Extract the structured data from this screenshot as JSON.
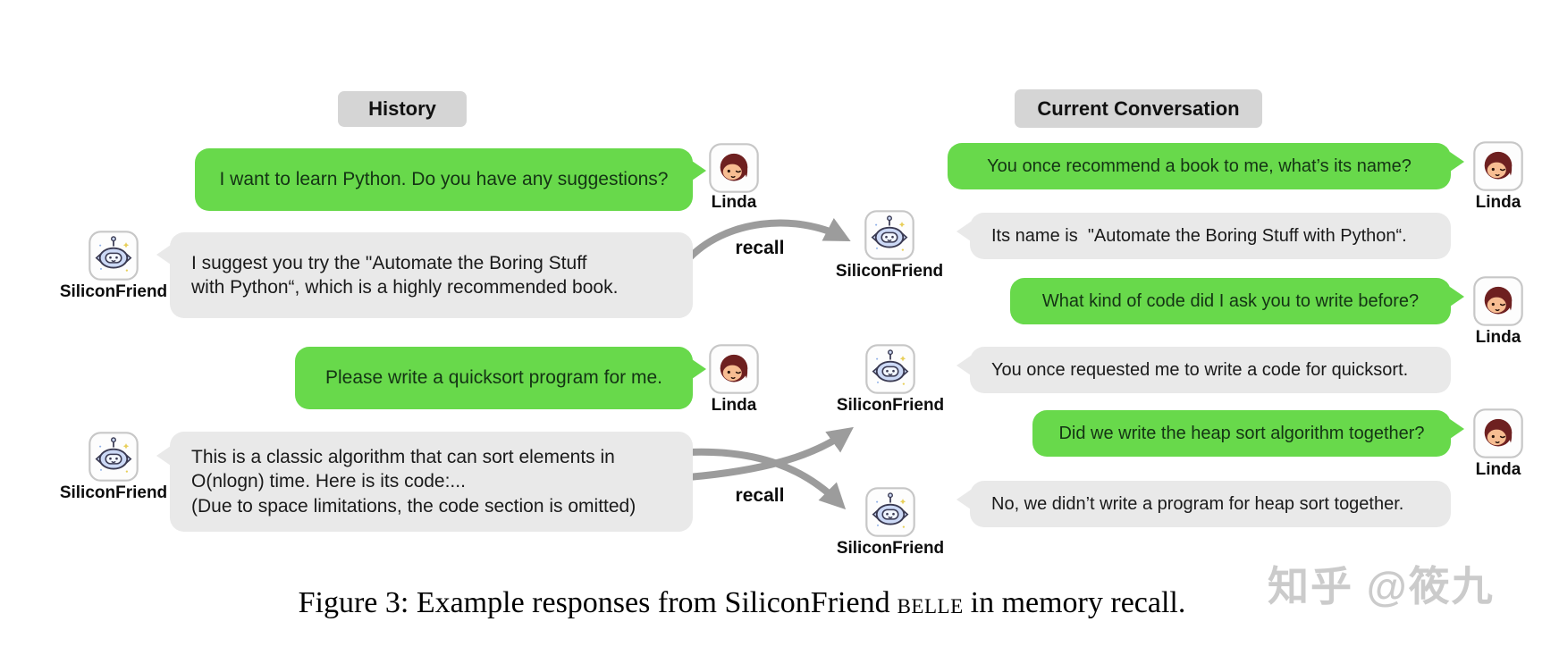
{
  "panels": {
    "history": {
      "title": "History",
      "messages": [
        {
          "speaker": "Linda",
          "text": "I want to learn Python. Do you have any suggestions?"
        },
        {
          "speaker": "SiliconFriend",
          "text": "I suggest you try the \"Automate the Boring Stuff\nwith Python“, which is a highly recommended book."
        },
        {
          "speaker": "Linda",
          "text": "Please write a quicksort program for me."
        },
        {
          "speaker": "SiliconFriend",
          "text": "This is a classic algorithm that can sort elements in\nO(nlogn) time. Here is its code:...\n(Due to space limitations, the code section is omitted)"
        }
      ]
    },
    "current": {
      "title": "Current Conversation",
      "messages": [
        {
          "speaker": "Linda",
          "text": "You once recommend a book to me, what’s its name?"
        },
        {
          "speaker": "SiliconFriend",
          "text": "Its name is  \"Automate the Boring Stuff with Python“."
        },
        {
          "speaker": "Linda",
          "text": "What kind of code did I ask you to write before?"
        },
        {
          "speaker": "SiliconFriend",
          "text": "You once requested me to write a code for quicksort."
        },
        {
          "speaker": "Linda",
          "text": "Did we write the heap sort algorithm together?"
        },
        {
          "speaker": "SiliconFriend",
          "text": "No, we didn’t write a program for heap sort together."
        }
      ]
    }
  },
  "labels": {
    "user": "Linda",
    "bot": "SiliconFriend"
  },
  "recall_labels": [
    "recall",
    "recall"
  ],
  "caption": {
    "prefix": "Figure 3: Example responses from SiliconFriend",
    "subscript": "BELLE",
    "suffix": "in memory recall."
  },
  "watermark": "知乎 @筱九",
  "colors": {
    "green": "#68d94b",
    "bubble_gray": "#e9e9e9",
    "header_gray": "#d5d5d5",
    "arrow_gray": "#9c9c9c",
    "watermark_gray": "#cbcbcb"
  }
}
